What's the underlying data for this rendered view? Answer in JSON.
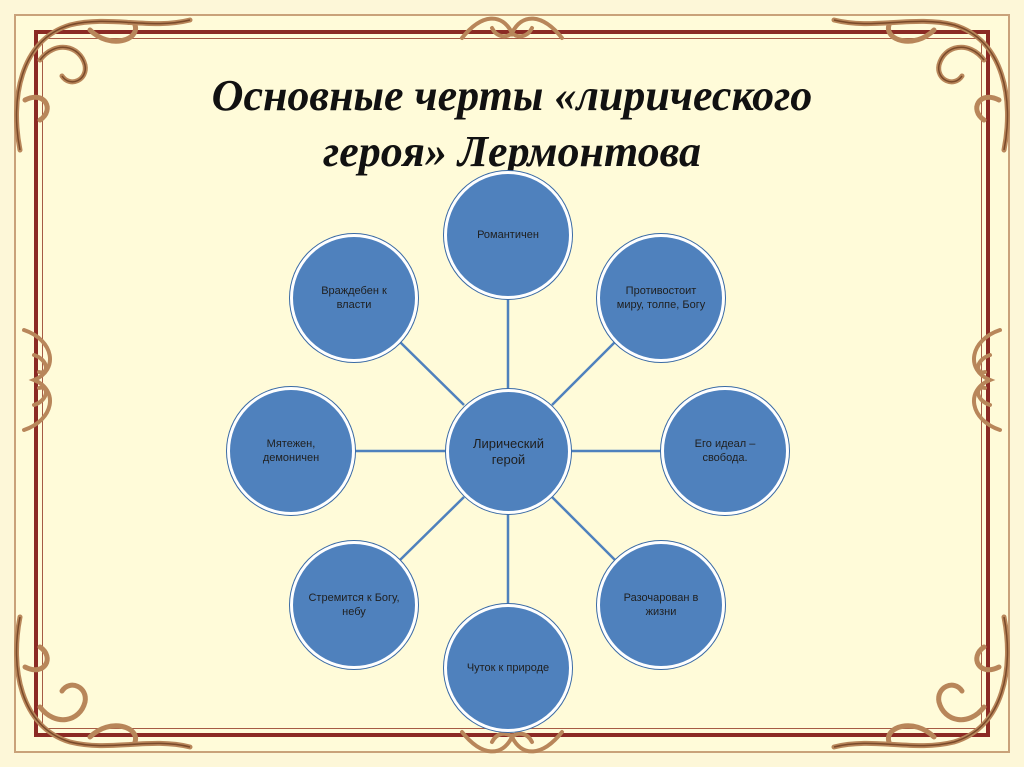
{
  "title": {
    "line1": "Основные черты «лирического",
    "line2": "героя» Лермонтова"
  },
  "diagram": {
    "center": "Лирический герой",
    "nodes": [
      "Романтичен",
      "Противостоит миру, толпе, Богу",
      "Его идеал – свобода.",
      "Разочарован в жизни",
      "Чуток к природе",
      "Стремится к Богу, небу",
      "Мятежен, демоничен",
      "Враждебен к власти"
    ]
  },
  "colors": {
    "node_fill": "#4f81bd",
    "background": "#fffbd9",
    "frame": "#8b2a24",
    "ornament": "#b8865a"
  }
}
